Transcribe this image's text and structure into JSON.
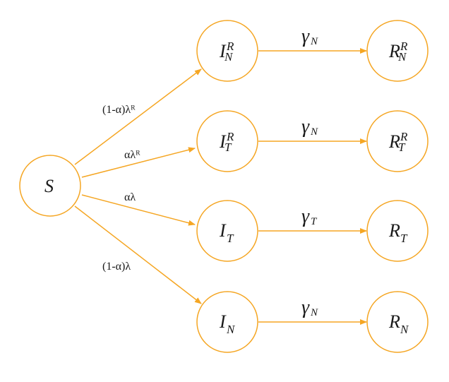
{
  "accent_color": "#f5a623",
  "nodes": {
    "S": {
      "main": "S",
      "sub": "",
      "sup": ""
    },
    "INR": {
      "main": "I",
      "sub": "N",
      "sup": "R"
    },
    "ITR": {
      "main": "I",
      "sub": "T",
      "sup": "R"
    },
    "IT": {
      "main": "I",
      "sub": "T",
      "sup": ""
    },
    "IN": {
      "main": "I",
      "sub": "N",
      "sup": ""
    },
    "RNR": {
      "main": "R",
      "sub": "N",
      "sup": "R"
    },
    "RTR": {
      "main": "R",
      "sub": "T",
      "sup": "R"
    },
    "RT": {
      "main": "R",
      "sub": "T",
      "sup": ""
    },
    "RN": {
      "main": "R",
      "sub": "N",
      "sup": ""
    }
  },
  "edges_from_S": [
    {
      "to": "INR",
      "label": "(1-α)λᴿ"
    },
    {
      "to": "ITR",
      "label": "αλᴿ"
    },
    {
      "to": "IT",
      "label": "αλ"
    },
    {
      "to": "IN",
      "label": "(1-α)λ"
    }
  ],
  "recovery_edges": [
    {
      "from": "INR",
      "to": "RNR",
      "rate": "γ",
      "sub": "N"
    },
    {
      "from": "ITR",
      "to": "RTR",
      "rate": "γ",
      "sub": "N"
    },
    {
      "from": "IT",
      "to": "RT",
      "rate": "γ",
      "sub": "T"
    },
    {
      "from": "IN",
      "to": "RN",
      "rate": "γ",
      "sub": "N"
    }
  ]
}
